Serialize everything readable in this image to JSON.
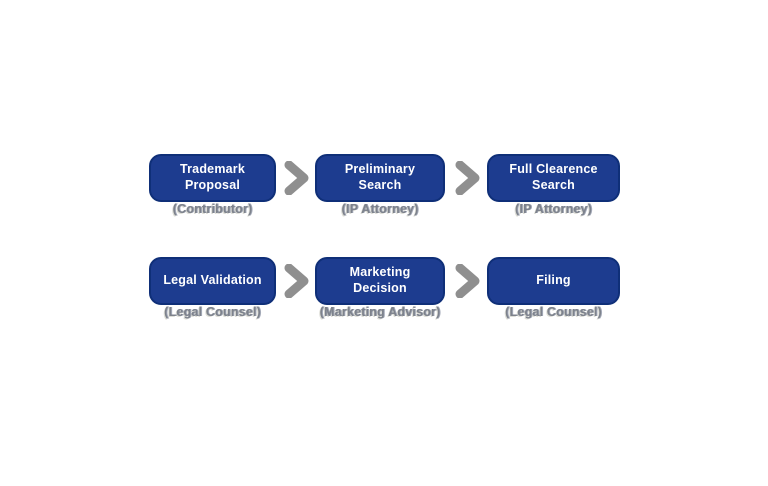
{
  "diagram": {
    "description": "Trademark process flowchart",
    "colors": {
      "background": "#ffffff",
      "box_fill": "#1d3c8f",
      "box_border": "#0f2f78",
      "box_text": "#ffffff",
      "subtitle_text": "#7d828c",
      "chevron": "#8f8f8f"
    },
    "rows": [
      {
        "steps": [
          {
            "label": "Trademark Proposal",
            "subtitle": "(Contributor)"
          },
          {
            "label": "Preliminary Search",
            "subtitle": "(IP Attorney)"
          },
          {
            "label": "Full Clearence Search",
            "subtitle": "(IP Attorney)"
          }
        ]
      },
      {
        "steps": [
          {
            "label": "Legal Validation",
            "subtitle": "(Legal Counsel)"
          },
          {
            "label": "Marketing Decision",
            "subtitle": "(Marketing Advisor)"
          },
          {
            "label": "Filing",
            "subtitle": "(Legal Counsel)"
          }
        ]
      }
    ]
  }
}
